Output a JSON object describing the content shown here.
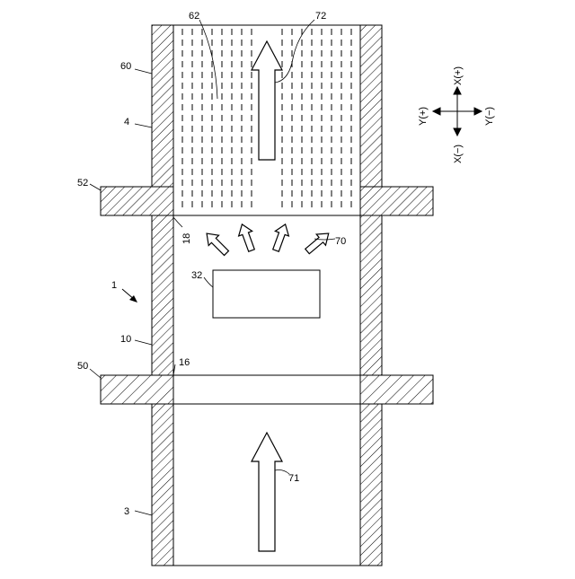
{
  "labels": {
    "ref_1": "1",
    "ref_3": "3",
    "ref_4": "4",
    "ref_10": "10",
    "ref_16": "16",
    "ref_18": "18",
    "ref_32": "32",
    "ref_50": "50",
    "ref_52": "52",
    "ref_60": "60",
    "ref_62": "62",
    "ref_70": "70",
    "ref_71": "71",
    "ref_72": "72"
  },
  "axes": {
    "x_plus": "X(+)",
    "x_minus": "X(−)",
    "y_plus": "Y(+)",
    "y_minus": "Y(−)"
  }
}
